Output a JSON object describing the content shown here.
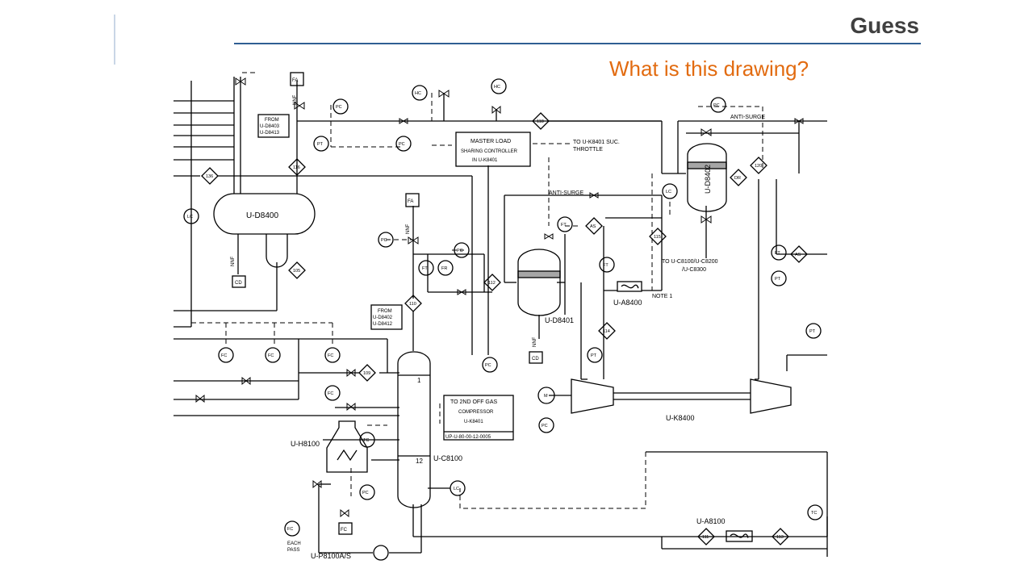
{
  "slide": {
    "title": "Guess",
    "question": "What is this drawing?"
  },
  "drawing": {
    "equipment": {
      "d8400": "U-D8400",
      "d8401": "U-D8401",
      "d8402": "U-D8402",
      "c8100": "U-C8100",
      "h8100": "U-H8100",
      "k8400": "U-K8400",
      "a8400": "U-A8400",
      "a8100": "U-A8100",
      "p8100": "U-P8100A/S"
    },
    "instruments": {
      "fa1": "FA",
      "fa2": "FA",
      "pc1": "PC",
      "pt1": "PT",
      "pc2": "PC",
      "hc1": "HC",
      "hc2": "HC",
      "pc3": "PC",
      "lc1": "LC",
      "lc2": "LC",
      "pc4": "PC",
      "pc5": "PC",
      "ft1": "FT",
      "fr1": "FR",
      "pc6": "PC",
      "ft2": "FT",
      "as1": "AS",
      "ft3": "FT",
      "pt2": "PT",
      "pc7": "PC",
      "ft4": "FT",
      "as2": "AS",
      "pt3": "PT",
      "pt4": "PT",
      "fc1": "FC",
      "fc2": "FC",
      "fc3": "FC",
      "fc4": "FC",
      "tc1": "TC",
      "pc8": "PC",
      "fc5": "FC",
      "fc6": "FC",
      "lc3": "LC",
      "tc2": "TC",
      "m1": "M",
      "pc9": "PC",
      "dr": "DR"
    },
    "diamonds": {
      "d136": "136",
      "d116": "116",
      "d118": "118",
      "d120": "120",
      "d105": "105",
      "d112": "112",
      "d110": "110",
      "d115": "115",
      "d114": "114",
      "d109": "109",
      "d111": "111",
      "d113": "113"
    },
    "notes": {
      "from1_a": "FROM",
      "from1_b": "U-D8403",
      "from1_c": "U-D8413",
      "from2_a": "FROM",
      "from2_b": "U-D8402",
      "from2_c": "U-D8412",
      "mlsc_a": "MASTER LOAD",
      "mlsc_b": "SHARING CONTROLLER",
      "mlsc_c": "IN U-K8401",
      "to_suc_a": "TO U-K8401 SUC.",
      "to_suc_b": "THROTTLE",
      "antisurge1": "ANTI-SURGE",
      "antisurge2": "ANTI-SURGE",
      "to_c8100_a": "TO U-C8100/U-C8200",
      "to_c8100_b": "/U-C8300",
      "note1": "NOTE 1",
      "to2nd_a": "TO 2ND OFF GAS",
      "to2nd_b": "COMPRESSOR",
      "to2nd_c": "U-K8401",
      "dwg_no": "UP-U-80-00-12-0005",
      "nnf1": "NNF",
      "nnf2": "NNF",
      "nnf3": "NNF",
      "nnf4": "NNF",
      "cd1": "CD",
      "cd2": "CD",
      "tray1": "1",
      "tray12": "12",
      "each_pass_a": "EACH",
      "each_pass_b": "PASS"
    }
  }
}
